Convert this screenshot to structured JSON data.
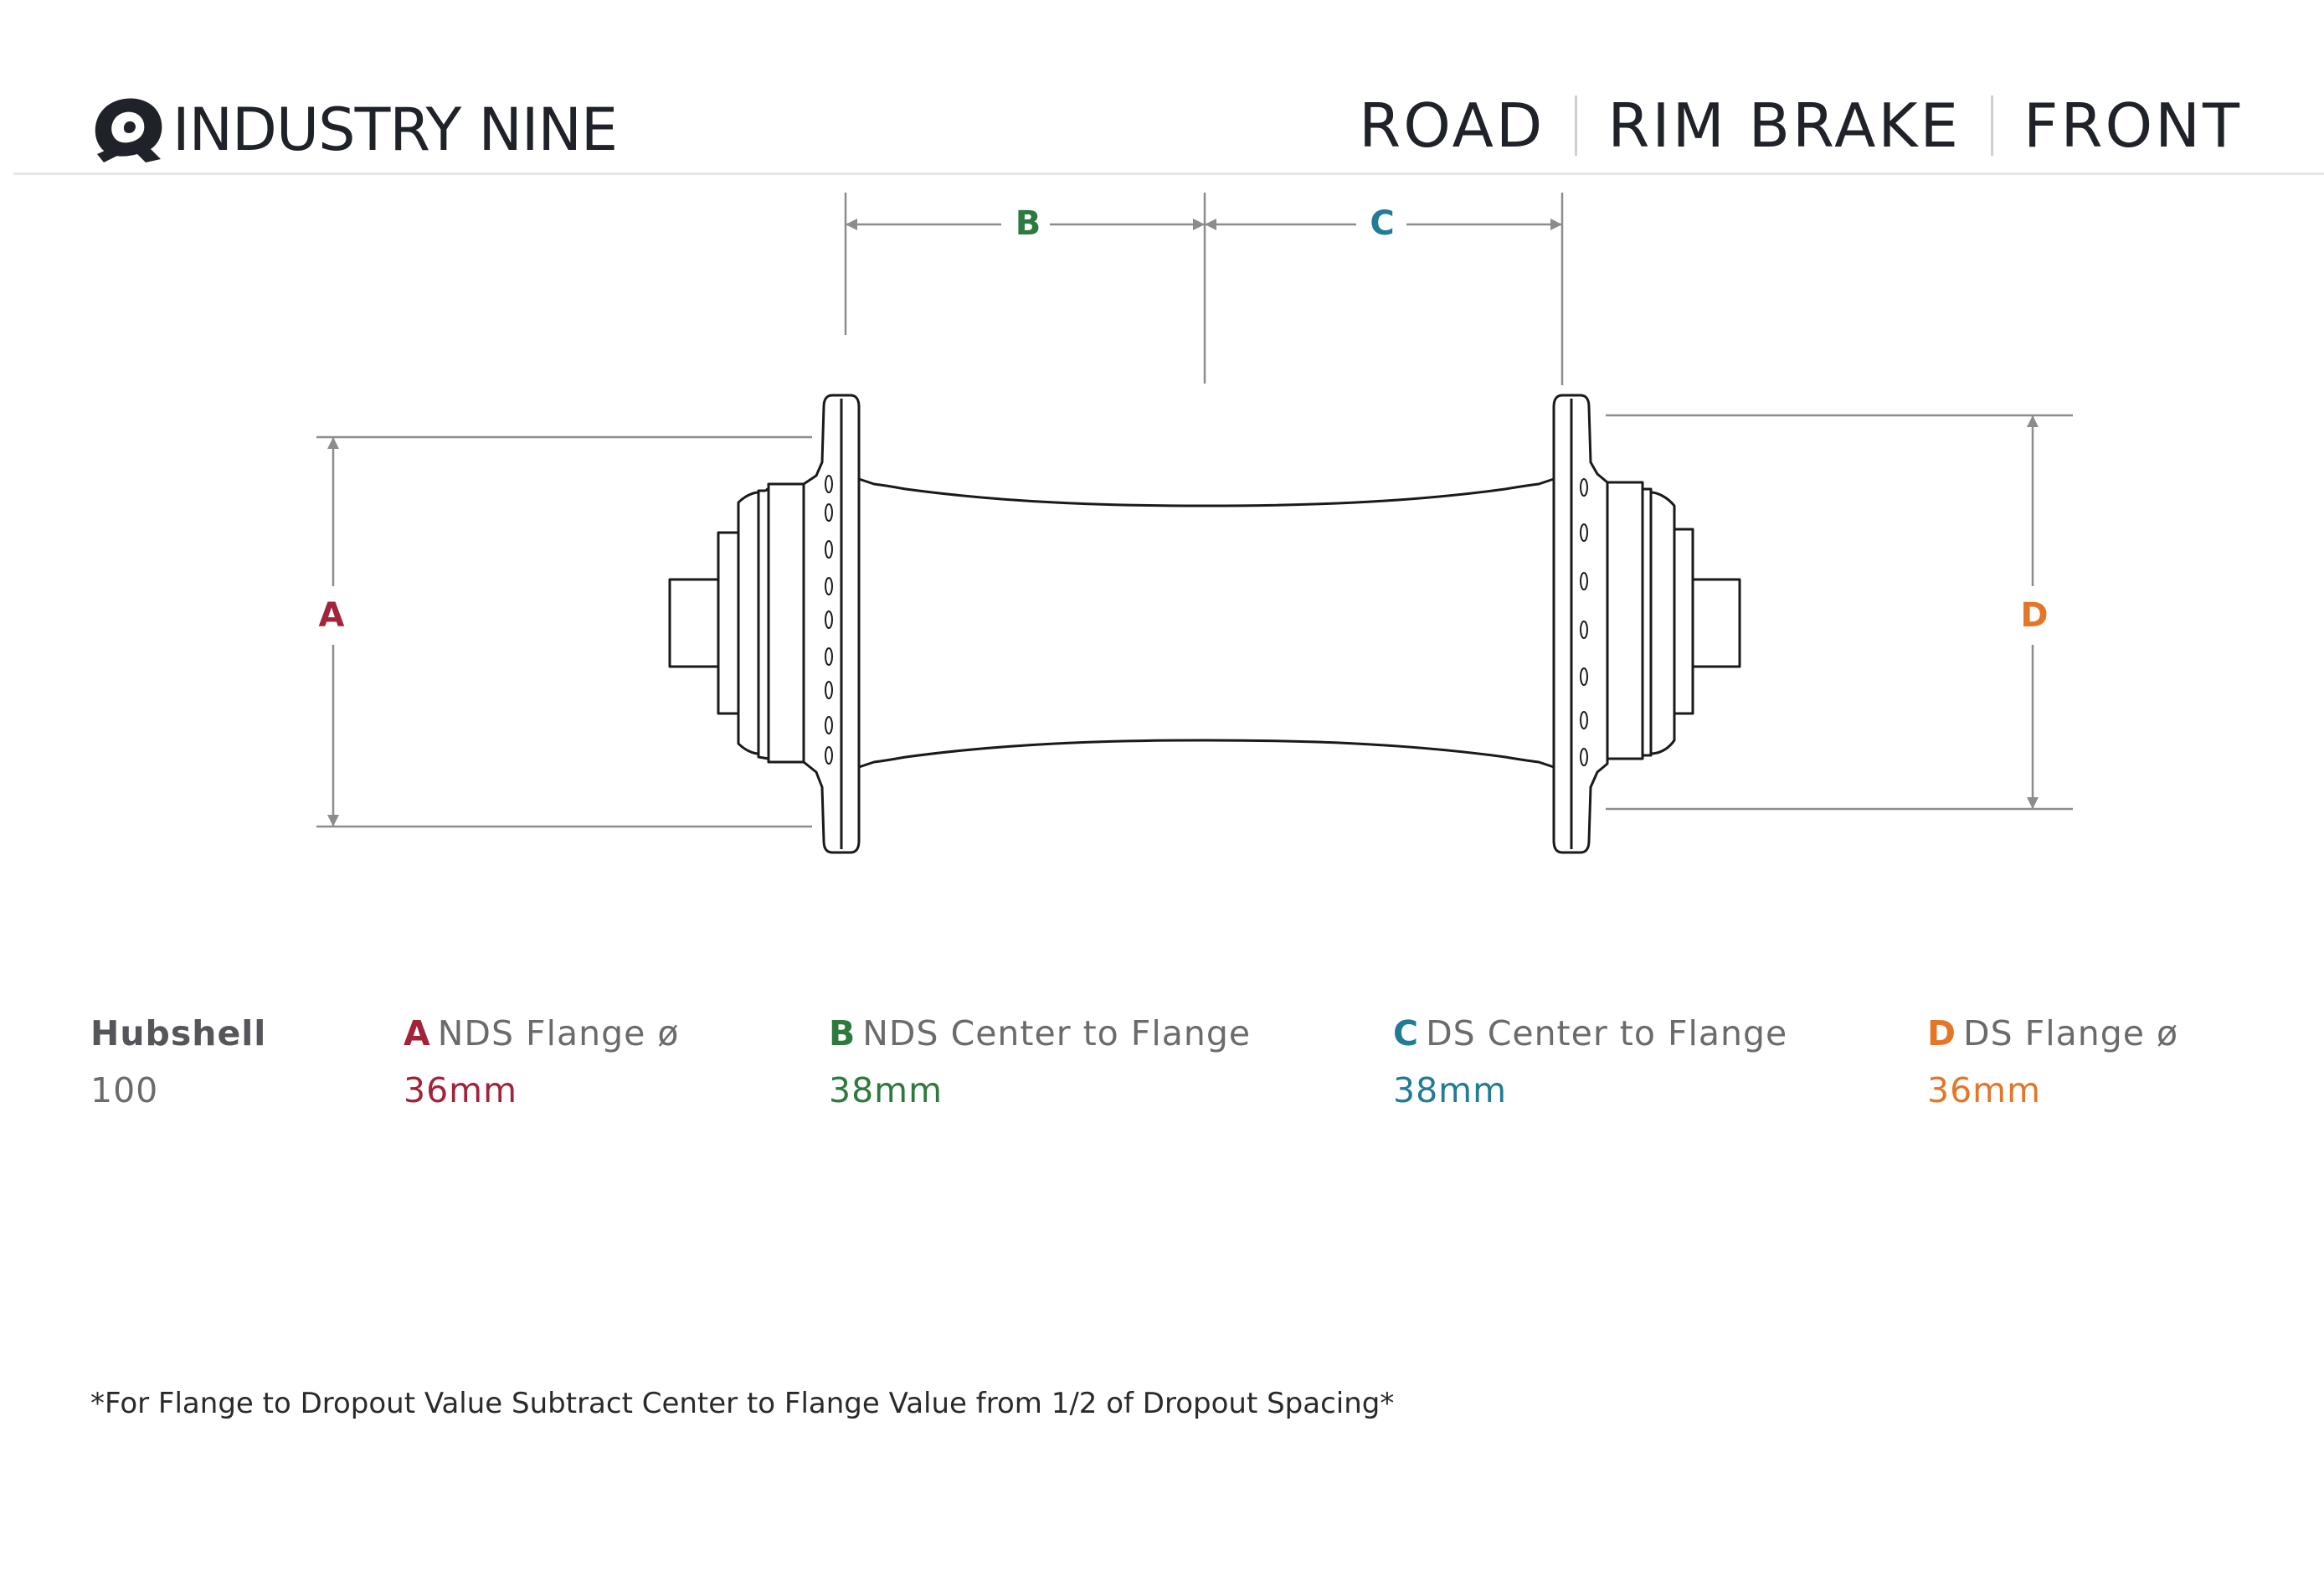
{
  "brand": {
    "name": "INDUSTRY NINE",
    "logo_icon": "industry-nine-logo-icon"
  },
  "header": {
    "segments": [
      "ROAD",
      "RIM BRAKE",
      "FRONT"
    ]
  },
  "colors": {
    "a": "#a2243b",
    "b": "#2d7a3e",
    "c": "#217c95",
    "d": "#e47628",
    "dim_line": "#8c8c8c",
    "outline": "#1a1a1a"
  },
  "dimensions": {
    "a_label": "A",
    "b_label": "B",
    "c_label": "C",
    "d_label": "D"
  },
  "specs": {
    "hubshell": {
      "label": "Hubshell",
      "value": "100"
    },
    "a": {
      "letter": "A",
      "label": "NDS Flange ø",
      "value": "36mm"
    },
    "b": {
      "letter": "B",
      "label": "NDS Center to Flange",
      "value": "38mm"
    },
    "c": {
      "letter": "C",
      "label": "DS Center to Flange",
      "value": "38mm"
    },
    "d": {
      "letter": "D",
      "label": "DS Flange ø",
      "value": "36mm"
    }
  },
  "footnote": "*For Flange to Dropout Value Subtract Center to Flange Value from 1/2 of Dropout Spacing*"
}
